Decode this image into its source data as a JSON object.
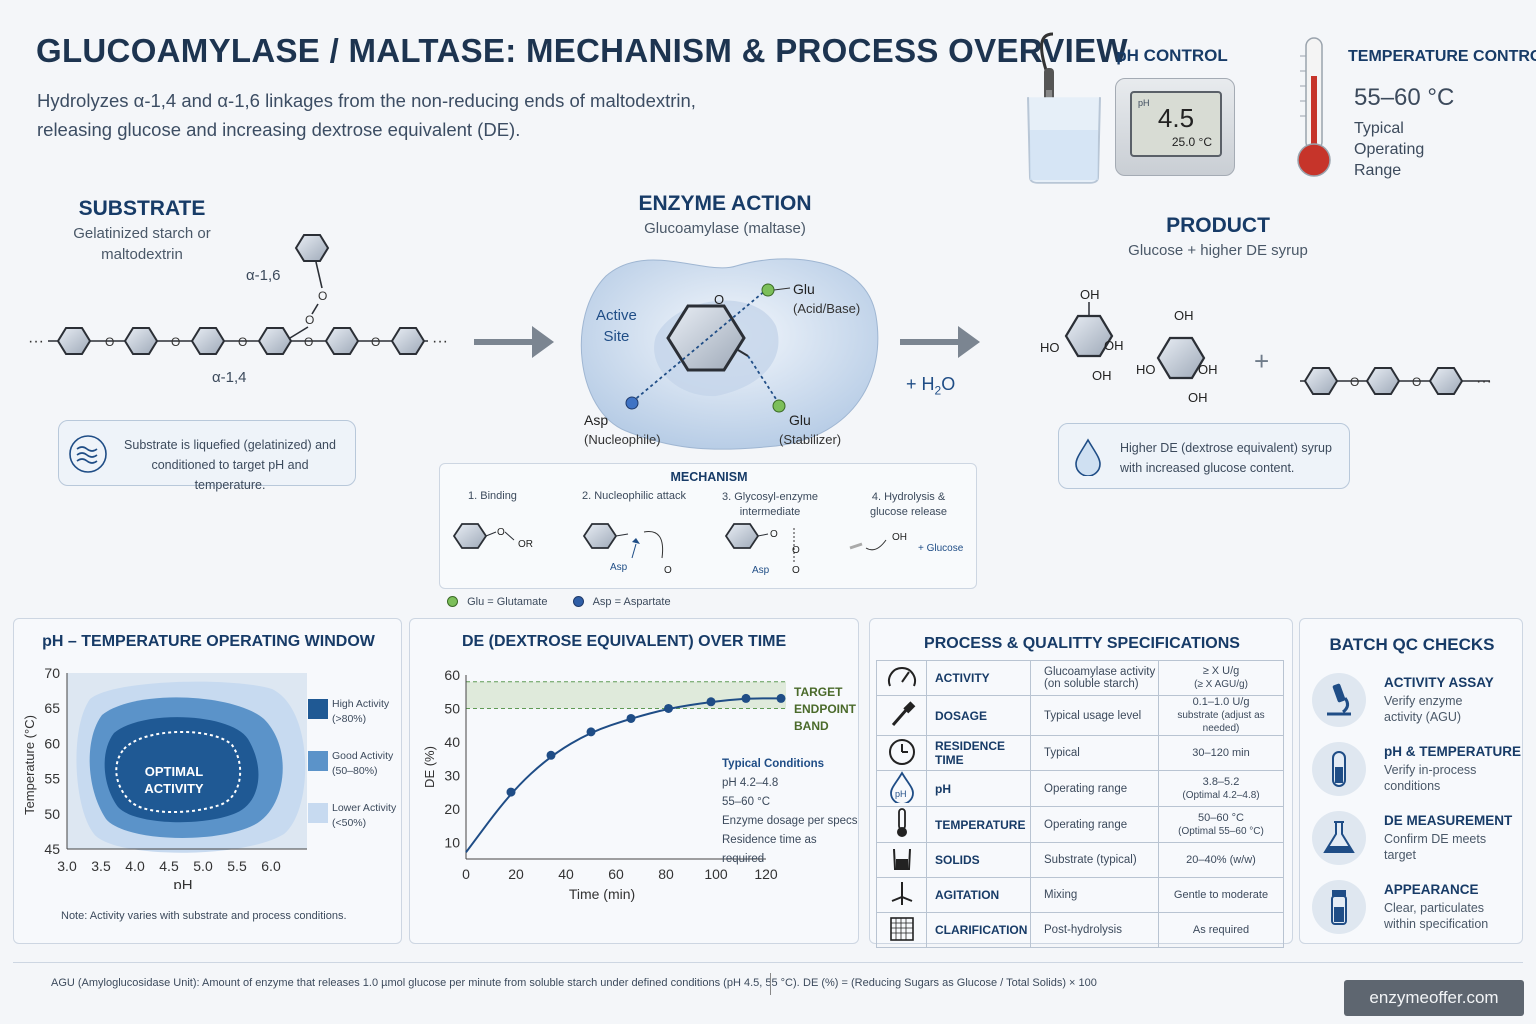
{
  "header": {
    "title": "GLUCOAMYLASE / MALTASE: MECHANISM & PROCESS OVERVIEW",
    "subtitle_line1": "Hydrolyzes α-1,4 and α-1,6 linkages from the non-reducing ends of maltodextrin,",
    "subtitle_line2": "releasing glucose and increasing dextrose equivalent (DE)."
  },
  "ph_control": {
    "title": "pH CONTROL",
    "meter_label": "pH",
    "value": "4.5",
    "temp": "25.0 °C"
  },
  "temp_control": {
    "title": "TEMPERATURE CONTROL",
    "range": "55–60 °C",
    "desc1": "Typical",
    "desc2": "Operating",
    "desc3": "Range"
  },
  "substrate": {
    "title": "SUBSTRATE",
    "sub1": "Gelatinized starch or",
    "sub2": "maltodextrin",
    "bond16": "α-1,6",
    "bond14": "α-1,4",
    "o": "O",
    "ellipsis": "···",
    "note1": "Substrate is liquefied (gelatinized) and",
    "note2": "conditioned to target pH and temperature."
  },
  "enzyme": {
    "title": "ENZYME ACTION",
    "sub": "Glucoamylase (maltase)",
    "active1": "Active",
    "active2": "Site",
    "o": "O",
    "glu1": "Glu",
    "glu1_role": "(Acid/Base)",
    "asp": "Asp",
    "asp_role": "(Nucleophile)",
    "glu2": "Glu",
    "glu2_role": "(Stabilizer)",
    "water": "+ H",
    "water_sub": "2",
    "water_o": "O"
  },
  "product": {
    "title": "PRODUCT",
    "sub": "Glucose + higher DE syrup",
    "oh": "OH",
    "ho": "HO",
    "plus": "+",
    "o": "O",
    "ellipsis": "···",
    "note1": "Higher DE (dextrose equivalent) syrup",
    "note2": "with increased glucose content."
  },
  "mechanism": {
    "title": "MECHANISM",
    "step1": "1. Binding",
    "step2": "2. Nucleophilic attack",
    "step3a": "3. Glycosyl-enzyme",
    "step3b": "intermediate",
    "step4a": "4. Hydrolysis &",
    "step4b": "glucose release",
    "or": "OR",
    "o": "O",
    "asp": "Asp",
    "oh": "OH",
    "glucose": "+ Glucose",
    "legend_glu": "Glu = Glutamate",
    "legend_asp": "Asp = Aspartate"
  },
  "window_panel": {
    "title": "pH – TEMPERATURE  OPERATING WINDOW",
    "ylabel": "Temperature (°C)",
    "xlabel": "pH",
    "yticks": [
      "70",
      "65",
      "60",
      "55",
      "50",
      "45"
    ],
    "xticks": [
      "3.0",
      "3.5",
      "4.0",
      "4.5",
      "5.0",
      "5.5",
      "6.0"
    ],
    "optimal1": "OPTIMAL",
    "optimal2": "ACTIVITY",
    "legend": [
      {
        "label1": "High Activity",
        "label2": "(>80%)",
        "color": "#1f5994"
      },
      {
        "label1": "Good Activity",
        "label2": "(50–80%)",
        "color": "#5b93c9"
      },
      {
        "label1": "Lower Activity",
        "label2": "(<50%)",
        "color": "#c7daf0"
      }
    ],
    "note": "Note: Activity varies with substrate and process conditions."
  },
  "chart_data": {
    "type": "line",
    "title": "DE  (DEXTROSE  EQUIVALENT)  OVER TIME",
    "xlabel": "Time (min)",
    "ylabel": "DE (%)",
    "xlim": [
      0,
      120
    ],
    "ylim": [
      5,
      60
    ],
    "xticks": [
      "0",
      "20",
      "40",
      "60",
      "80",
      "100",
      "120"
    ],
    "yticks": [
      "60",
      "50",
      "40",
      "30",
      "20",
      "10"
    ],
    "x": [
      0,
      18,
      34,
      50,
      66,
      81,
      98,
      112,
      126
    ],
    "y": [
      7,
      25,
      36,
      43,
      47,
      50,
      52,
      53,
      53
    ],
    "band": [
      50,
      58
    ],
    "band_label1": "TARGET",
    "band_label2": "ENDPOINT",
    "band_label3": "BAND",
    "conditions_title": "Typical Conditions",
    "conditions": [
      "pH 4.2–4.8",
      "55–60 °C",
      "Enzyme dosage per specs",
      "Residence time as required"
    ],
    "line_color": "#1f4d86",
    "band_color": "#dfeadb"
  },
  "specs": {
    "title": "PROCESS & QUALITTY  SPECIFICATIONS",
    "rows": [
      {
        "icon": "gauge-icon",
        "name": "ACTIVITY",
        "desc1": "Glucoamylase activity",
        "desc2": "(on soluble starch)",
        "val1": "≥ X U/g",
        "val2": "(≥ X AGU/g)"
      },
      {
        "icon": "dropper-icon",
        "name": "DOSAGE",
        "desc1": "Typical usage level",
        "desc2": "",
        "val1": "0.1–1.0 U/g",
        "val2": "substrate (adjust as needed)"
      },
      {
        "icon": "clock-icon",
        "name": "RESIDENCE TIME",
        "desc1": "Typical",
        "desc2": "",
        "val1": "30–120 min",
        "val2": ""
      },
      {
        "icon": "ph-drop-icon",
        "name": "pH",
        "desc1": "Operating range",
        "desc2": "",
        "val1": "3.8–5.2",
        "val2": "(Optimal 4.2–4.8)"
      },
      {
        "icon": "thermometer-icon",
        "name": "TEMPERATURE",
        "desc1": "Operating range",
        "desc2": "",
        "val1": "50–60 °C",
        "val2": "(Optimal 55–60 °C)"
      },
      {
        "icon": "beaker-icon",
        "name": "SOLIDS",
        "desc1": "Substrate (typical)",
        "desc2": "",
        "val1": "20–40% (w/w)",
        "val2": ""
      },
      {
        "icon": "agitator-icon",
        "name": "AGITATION",
        "desc1": "Mixing",
        "desc2": "",
        "val1": "Gentle to moderate",
        "val2": ""
      },
      {
        "icon": "filter-icon",
        "name": "CLARIFICATION",
        "desc1": "Post-hydrolysis",
        "desc2": "",
        "val1": "As required",
        "val2": ""
      }
    ]
  },
  "qc": {
    "title": "BATCH QC CHECKS",
    "items": [
      {
        "icon": "microscope-icon",
        "title": "ACTIVITY ASSAY",
        "desc1": "Verify enzyme",
        "desc2": "activity (AGU)",
        "desc3": ""
      },
      {
        "icon": "test-tube-icon",
        "title": "pH & TEMPERATURE",
        "desc1": "Verify in-process",
        "desc2": "conditions",
        "desc3": ""
      },
      {
        "icon": "flask-icon",
        "title": "DE MEASUREMENT",
        "desc1": "Confirm DE meets",
        "desc2": "target",
        "desc3": ""
      },
      {
        "icon": "vial-icon",
        "title": "APPEARANCE",
        "desc1": "Clear, particulates",
        "desc2": "within specification",
        "desc3": ""
      }
    ]
  },
  "footer": {
    "agu": "AGU (Amyloglucosidase Unit): Amount of enzyme that releases 1.0 µmol glucose per minute from soluble starch under defined conditions (pH 4.5, 55 °C).",
    "de": "DE (%) = (Reducing Sugars as Glucose / Total Solids) × 100",
    "watermark": "enzymeoffer.com"
  }
}
